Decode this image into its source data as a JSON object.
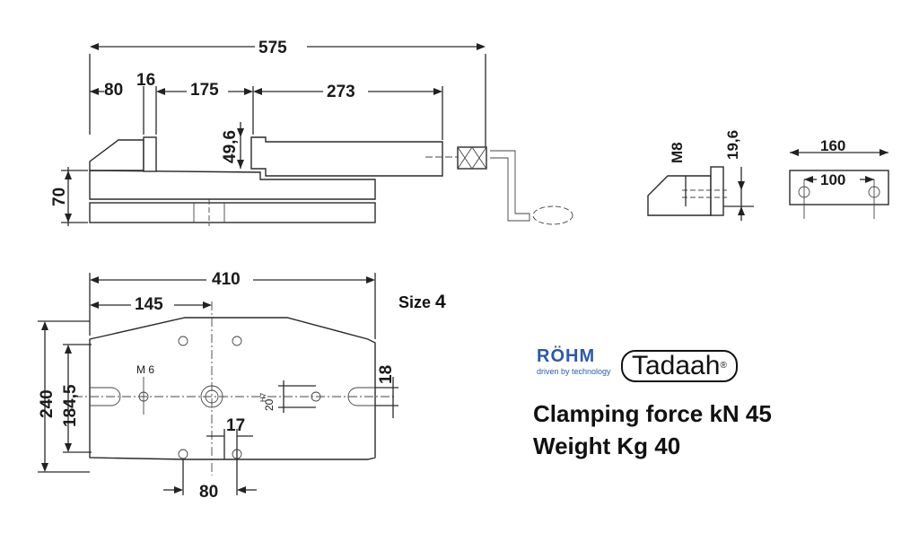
{
  "dimensions": {
    "overall_length": "575",
    "jaw_offset": "80",
    "jaw_width": "16",
    "jaw_gap": "175",
    "spindle_length": "273",
    "jaw_height": "49,6",
    "body_height": "70",
    "thread": "M8",
    "thread_depth": "19,6",
    "jaw_plate_width": "160",
    "hole_spacing": "100",
    "base_length": "410",
    "center_offset": "145",
    "base_width": "240",
    "slot_spacing": "184,5",
    "tap_size": "M 6",
    "bore": "20",
    "bore_tolerance": "H7",
    "slot_width": "18",
    "hole_offset": "17",
    "hole_pitch": "80"
  },
  "size": {
    "label": "Size",
    "value": "4"
  },
  "specs": {
    "clamping_force": "Clamping force kN 45",
    "weight": "Weight Kg  40"
  },
  "logos": {
    "rohm_name": "RÖHM",
    "rohm_tagline": "driven by technology",
    "tadaah": "Tadaah",
    "registered": "®",
    "brand_color": "#2b5aa8"
  }
}
